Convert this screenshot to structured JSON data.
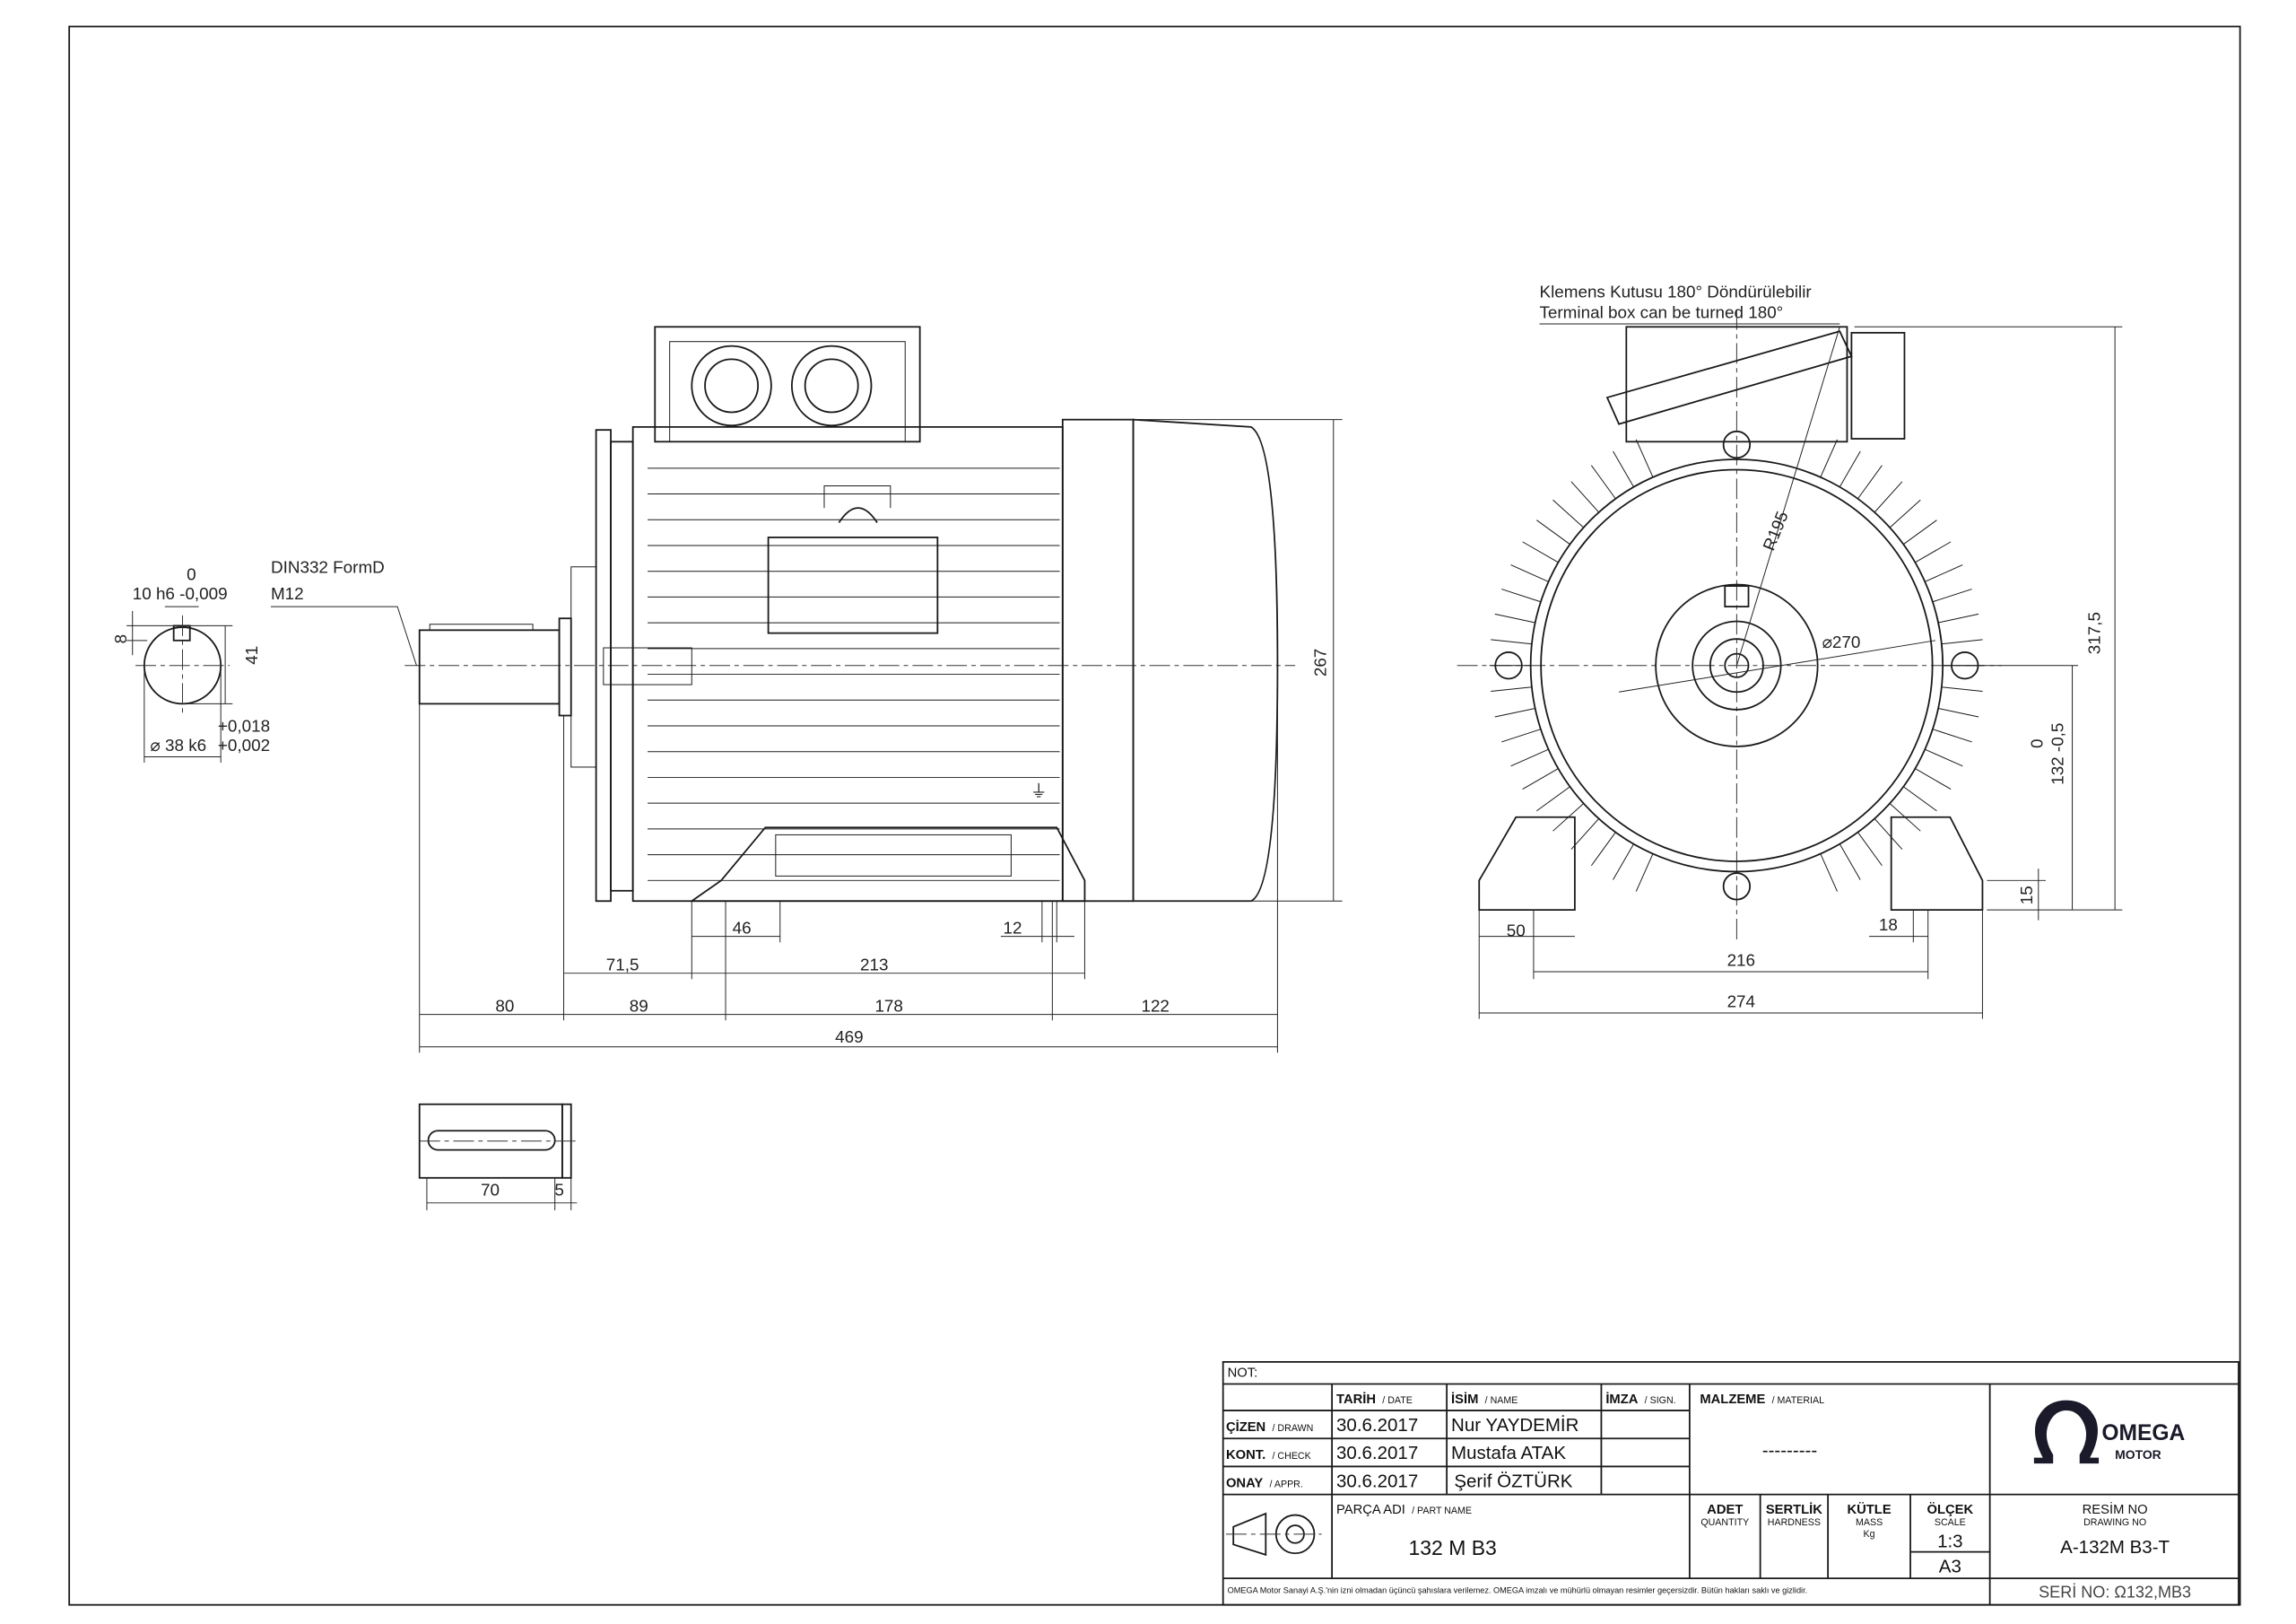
{
  "annotations": {
    "thread": "DIN332 FormD",
    "thread_size": "M12",
    "terminal_note_tr": "Klemens Kutusu 180° Döndürülebilir",
    "terminal_note_en": "Terminal box can be turned 180°"
  },
  "shaft_section": {
    "key_tol_upper": "0",
    "key_width": "10 h6 -0,009",
    "key_height": "8",
    "height": "41",
    "diameter": "⌀ 38 k6",
    "dia_tol_upper": "+0,018",
    "dia_tol_lower": "+0,002"
  },
  "side_view": {
    "foot_width": "46",
    "foot_gap": "12",
    "d71": "71,5",
    "d213": "213",
    "d80": "80",
    "d89": "89",
    "d178": "178",
    "d122": "122",
    "total": "469",
    "height": "267"
  },
  "key_view": {
    "length": "70",
    "offset": "5"
  },
  "front_view": {
    "radius": "R195",
    "diameter": "⌀270",
    "total_height": "317,5",
    "shaft_height_tol": "0",
    "shaft_height": "132 -0,5",
    "foot_height": "15",
    "foot_width": "50",
    "hole_dia": "18",
    "hole_spacing": "216",
    "total_width": "274"
  },
  "title_block": {
    "note_label": "NOT:",
    "date_h": "TARİH",
    "date_s": "/ DATE",
    "name_h": "İSİM",
    "name_s": "/ NAME",
    "sign_h": "İMZA",
    "sign_s": "/ SIGN.",
    "material_h": "MALZEME",
    "material_s": "/ MATERIAL",
    "material_value": "---------",
    "rows": [
      {
        "role": "ÇİZEN",
        "role_s": "/ DRAWN",
        "date": "30.6.2017",
        "name": "Nur YAYDEMİR"
      },
      {
        "role": "KONT.",
        "role_s": "/ CHECK",
        "date": "30.6.2017",
        "name": "Mustafa ATAK"
      },
      {
        "role": "ONAY",
        "role_s": "/ APPR.",
        "date": "30.6.2017",
        "name": "Şerif ÖZTÜRK"
      }
    ],
    "part_name_h": "PARÇA ADI",
    "part_name_s": "/ PART NAME",
    "part_name": "132 M  B3",
    "quantity_h": "ADET",
    "quantity_s": "QUANTITY",
    "hardness_h": "SERTLİK",
    "hardness_s": "HARDNESS",
    "mass_h": "KÜTLE",
    "mass_s": "MASS",
    "mass_unit": "Kg",
    "scale_h": "ÖLÇEK",
    "scale_s": "SCALE",
    "scale": "1:3",
    "sheet": "A3",
    "drawing_no_h": "RESİM NO",
    "drawing_no_s": "DRAWING NO",
    "drawing_no": "A-132M B3-T",
    "serial": "SERİ NO: Ω132,MB3",
    "copyright": "OMEGA Motor Sanayi A.Ş.'nin izni olmadan üçüncü şahıslara verilemez. OMEGA imzalı ve mühürlü olmayan resimler geçersizdir. Bütün hakları saklı ve gizlidir.",
    "logo_name": "OMEGA",
    "logo_sub": "MOTOR"
  }
}
